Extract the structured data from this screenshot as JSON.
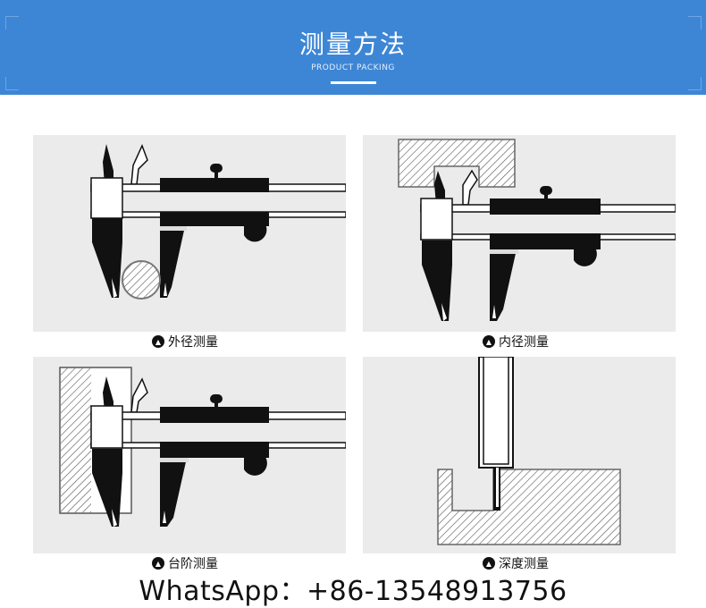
{
  "banner": {
    "title": "测量方法",
    "subtitle": "PRODUCT PACKING",
    "color": "#3d86d6"
  },
  "methods": [
    {
      "label": "外径测量",
      "icon": "chevron-up-circle-icon"
    },
    {
      "label": "内径测量",
      "icon": "chevron-up-circle-icon"
    },
    {
      "label": "台阶测量",
      "icon": "chevron-up-circle-icon"
    },
    {
      "label": "深度测量",
      "icon": "chevron-up-circle-icon"
    }
  ],
  "contact": {
    "text": "WhatsApp：+86-13548913756"
  }
}
